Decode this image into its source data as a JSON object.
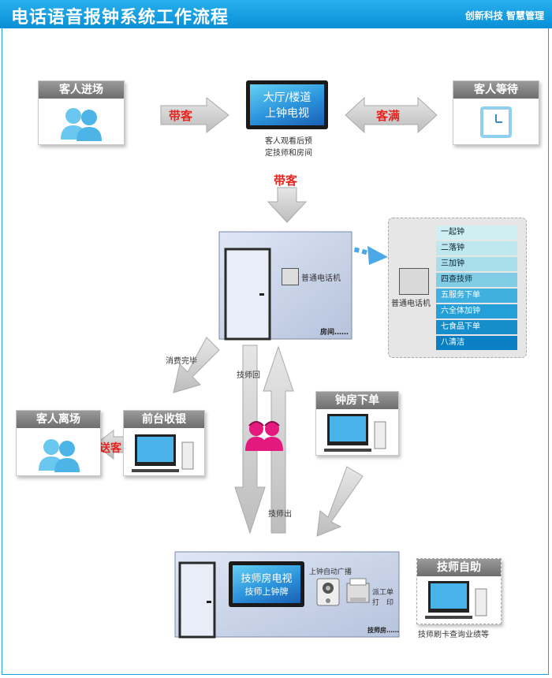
{
  "header": {
    "title": "电话语音报钟系统工作流程",
    "slogan": "创新科技 智慧管理"
  },
  "nodes": {
    "guest_enter": "客人进场",
    "guest_wait": "客人等待",
    "guest_leave": "客人离场",
    "front_desk": "前台收银",
    "clock_room_order": "钟房下单",
    "tech_self": "技师自助"
  },
  "hall_tv": {
    "screen_line1": "大厅/楼道",
    "screen_line2": "上钟电视",
    "caption_line1": "客人观看后预",
    "caption_line2": "定技师和房间"
  },
  "arrows": {
    "bring_guest_1": "带客",
    "guest_full": "客满",
    "bring_guest_2": "带客",
    "send_guest": "送客",
    "consume_done": "消费完毕",
    "tech_return": "技师回",
    "tech_out": "技师出"
  },
  "room": {
    "phone_label": "普通电话机",
    "room_label": "房间……"
  },
  "phone_menu": {
    "phone_label": "普通电话机",
    "items": [
      "一起钟",
      "二落钟",
      "三加钟",
      "四查技师",
      "五服务下单",
      "六全体加钟",
      "七食品下单",
      "八清洁"
    ]
  },
  "tech_room": {
    "tv_line1": "技师房电视",
    "tv_line2": "技师上钟牌",
    "broadcast": "上钟自动广播",
    "dispatch": "派工单",
    "print": "打　印",
    "room_label": "技师房……"
  },
  "tech_self_caption": "技师刷卡查询业绩等",
  "colors": {
    "banner": "#0a8fd6",
    "arrow_red_text": "#e8231d",
    "menu_light": "#bfe6ee",
    "menu_dark": "#0b7fc4"
  }
}
